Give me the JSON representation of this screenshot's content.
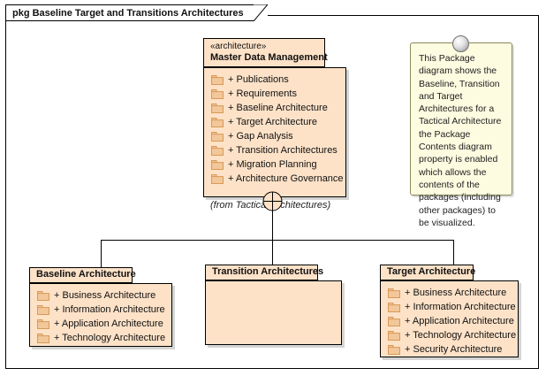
{
  "diagram": {
    "frame_label": "pkg Baseline Target and Transitions Architectures",
    "colors": {
      "package_fill": "#FDE2C8",
      "package_border": "#000000",
      "folder_fill": "#F2C79A",
      "folder_border": "#D89A57",
      "note_fill": "#FDFBE0",
      "note_border": "#8A8A5C",
      "connector": "#000000",
      "canvas": "#FFFFFF"
    }
  },
  "master_package": {
    "stereotype": "«architecture»",
    "name": "Master Data Management",
    "from_label": "(from Tactical Architectures)",
    "items": [
      {
        "visibility": "+",
        "name": "Publications",
        "icon": "package-folder-icon"
      },
      {
        "visibility": "+",
        "name": "Requirements",
        "icon": "package-folder-icon"
      },
      {
        "visibility": "+",
        "name": "Baseline Architecture",
        "icon": "package-folder-icon"
      },
      {
        "visibility": "+",
        "name": "Target Architecture",
        "icon": "package-folder-icon"
      },
      {
        "visibility": "+",
        "name": "Gap Analysis",
        "icon": "package-folder-icon"
      },
      {
        "visibility": "+",
        "name": "Transition Architectures",
        "icon": "package-folder-icon"
      },
      {
        "visibility": "+",
        "name": "Migration Planning",
        "icon": "package-folder-icon"
      },
      {
        "visibility": "+",
        "name": "Architecture Governance",
        "icon": "package-folder-icon"
      }
    ]
  },
  "note": {
    "text": "This Package diagram shows the Baseline, Transition and Target Architectures for a Tactical Architecture the Package Contents diagram property is enabled which allows the contents of the packages (including other packages) to be visualized."
  },
  "child_packages": [
    {
      "name": "Baseline Architecture",
      "items": [
        {
          "visibility": "+",
          "name": "Business Architecture",
          "icon": "package-folder-icon"
        },
        {
          "visibility": "+",
          "name": "Information Architecture",
          "icon": "package-folder-icon"
        },
        {
          "visibility": "+",
          "name": "Application Architecture",
          "icon": "package-folder-icon"
        },
        {
          "visibility": "+",
          "name": "Technology Architecture",
          "icon": "package-folder-icon"
        }
      ]
    },
    {
      "name": "Transition Architectures",
      "items": []
    },
    {
      "name": "Target Architecture",
      "items": [
        {
          "visibility": "+",
          "name": "Business Architecture",
          "icon": "package-folder-icon"
        },
        {
          "visibility": "+",
          "name": "Information Architecture",
          "icon": "package-folder-icon"
        },
        {
          "visibility": "+",
          "name": "Application Architecture",
          "icon": "package-folder-icon"
        },
        {
          "visibility": "+",
          "name": "Technology Architecture",
          "icon": "package-folder-icon"
        },
        {
          "visibility": "+",
          "name": "Security Architecture",
          "icon": "package-folder-icon"
        }
      ]
    }
  ]
}
